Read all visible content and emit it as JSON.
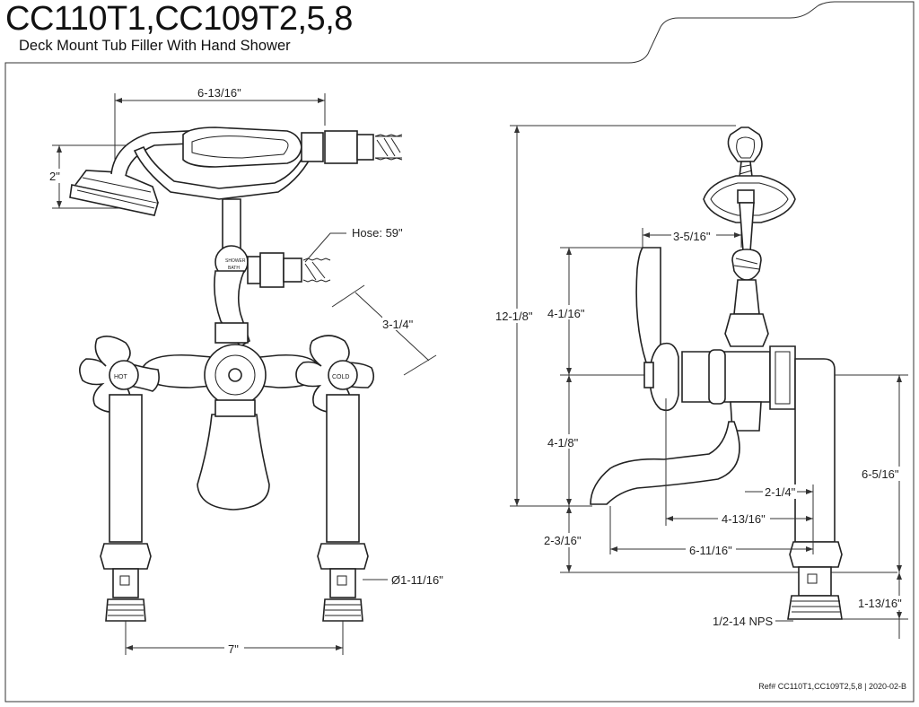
{
  "header": {
    "title": "CC110T1,CC109T2,5,8",
    "subtitle": "Deck Mount Tub Filler With Hand Shower"
  },
  "footer": {
    "reference": "Ref# CC110T1,CC109T2,5,8 | 2020-02-B"
  },
  "front_view": {
    "dim_width_top": "6-13/16\"",
    "dim_handshower_height": "2\"",
    "hose_label": "Hose: 59\"",
    "dim_diagonal": "3-1/4\"",
    "dim_leg_diameter": "Ø1-11/16\"",
    "dim_centers": "7\"",
    "hot_label": "HOT",
    "cold_label": "COLD",
    "diverter_label_top": "SHOWER",
    "diverter_label_bottom": "BATH"
  },
  "side_view": {
    "dim_overall_height": "12-1/8\"",
    "dim_offset": "3-5/16\"",
    "dim_upper_height": "4-1/16\"",
    "dim_lower_height": "4-1/8\"",
    "dim_spout_rise": "2-3/16\"",
    "dim_spout_short": "2-1/4\"",
    "dim_spout_mid": "4-13/16\"",
    "dim_spout_long": "6-11/16\"",
    "dim_leg_height": "6-5/16\"",
    "dim_shank": "1-13/16\"",
    "thread_label": "1/2-14 NPS"
  }
}
